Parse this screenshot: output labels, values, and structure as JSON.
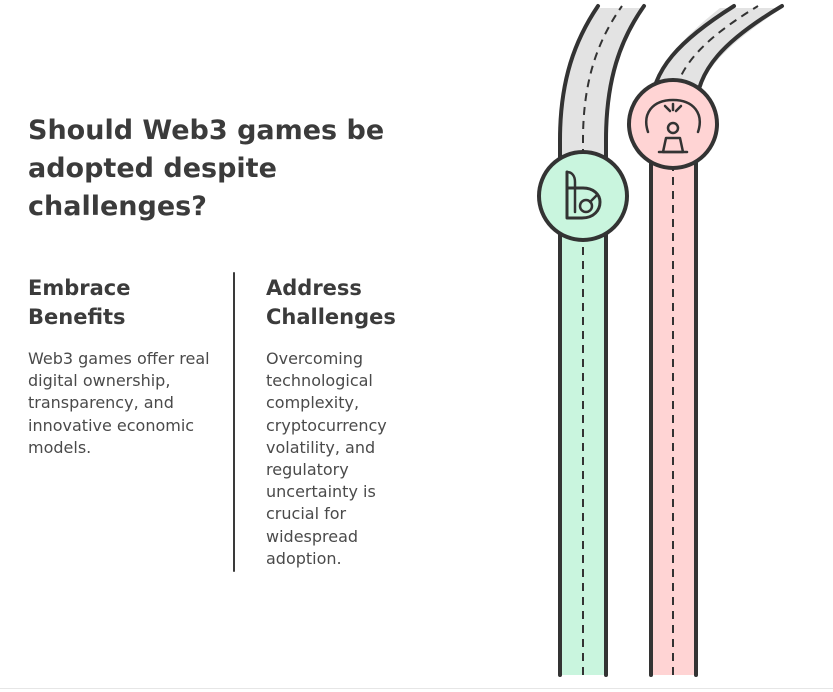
{
  "title": "Should Web3 games be adopted despite challenges?",
  "options": [
    {
      "heading": "Embrace Benefits",
      "description": "Web3 games offer real digital ownership, transparency, and innovative economic models.",
      "color": "#c9f5de",
      "icon": "blockchain-b-icon"
    },
    {
      "heading": "Address Challenges",
      "description": "Overcoming technological complexity, cryptocurrency volatility, and regulatory uncertainty is crucial for widespread adoption.",
      "color": "#ffd4d4",
      "icon": "stressed-person-icon"
    }
  ],
  "colors": {
    "text": "#3b3b3b",
    "stroke": "#333333",
    "road_gray": "#e3e3e3",
    "green": "#c9f5de",
    "pink": "#ffd4d4"
  }
}
